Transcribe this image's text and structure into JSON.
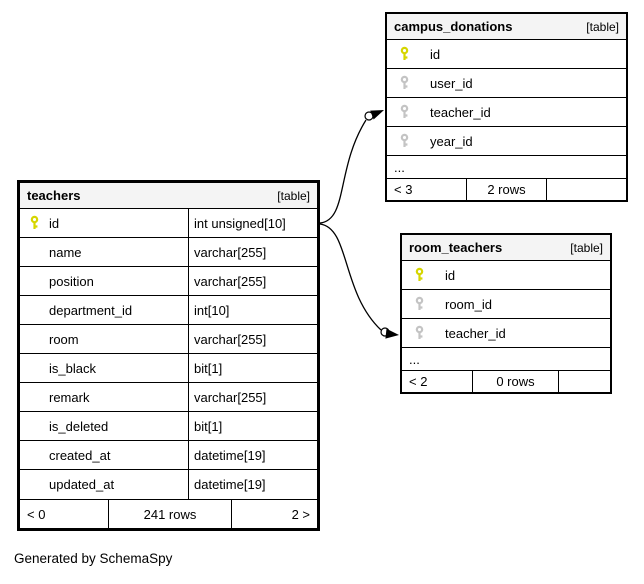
{
  "note": "Generated by SchemaSpy",
  "colors": {
    "primary_key_icon": "#d6d600",
    "foreign_key_icon": "#c4c4c4",
    "header_background": "#f4f4f4",
    "table_border": "#000000",
    "relationship_line": "#000000"
  },
  "tables": {
    "teachers": {
      "name": "teachers",
      "badge": "[table]",
      "columns": [
        {
          "name": "id",
          "type": "int unsigned[10]",
          "key": "primary"
        },
        {
          "name": "name",
          "type": "varchar[255]",
          "key": ""
        },
        {
          "name": "position",
          "type": "varchar[255]",
          "key": ""
        },
        {
          "name": "department_id",
          "type": "int[10]",
          "key": ""
        },
        {
          "name": "room",
          "type": "varchar[255]",
          "key": ""
        },
        {
          "name": "is_black",
          "type": "bit[1]",
          "key": ""
        },
        {
          "name": "remark",
          "type": "varchar[255]",
          "key": ""
        },
        {
          "name": "is_deleted",
          "type": "bit[1]",
          "key": ""
        },
        {
          "name": "created_at",
          "type": "datetime[19]",
          "key": ""
        },
        {
          "name": "updated_at",
          "type": "datetime[19]",
          "key": ""
        }
      ],
      "footer": {
        "prev": "< 0",
        "rows": "241 rows",
        "next": "2 >"
      }
    },
    "campus_donations": {
      "name": "campus_donations",
      "badge": "[table]",
      "columns": [
        {
          "name": "id",
          "key": "primary"
        },
        {
          "name": "user_id",
          "key": "foreign"
        },
        {
          "name": "teacher_id",
          "key": "foreign"
        },
        {
          "name": "year_id",
          "key": "foreign"
        }
      ],
      "truncation_indicator": "...",
      "footer": {
        "prev": "< 3",
        "rows": "2 rows",
        "next": ""
      }
    },
    "room_teachers": {
      "name": "room_teachers",
      "badge": "[table]",
      "columns": [
        {
          "name": "id",
          "key": "primary"
        },
        {
          "name": "room_id",
          "key": "foreign"
        },
        {
          "name": "teacher_id",
          "key": "foreign"
        }
      ],
      "truncation_indicator": "...",
      "footer": {
        "prev": "< 2",
        "rows": "0 rows",
        "next": ""
      }
    }
  }
}
